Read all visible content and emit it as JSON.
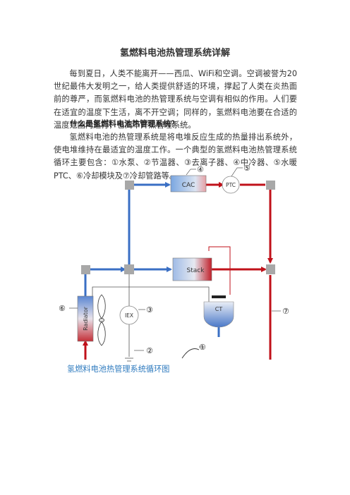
{
  "doc": {
    "title": "氢燃料电池热管理系统详解",
    "intro": "每到夏日，人类不能离开——西瓜、WiFi和空调。空调被誉为20世纪最伟大发明之一，给人类提供舒适的环境，撑起了人类在炎热面前的尊严，而氢燃料电池的热管理系统与空调有相似的作用。人们要在适宜的温度下生活，离不开空调；同样的，氢燃料电池要在合适的温度范围内运行，也离不开热管理系统。",
    "heading": "什么是氢燃料电池热管理系统？",
    "body": "氢燃料电池的热管理系统是将电堆反应生成的热量排出系统外，使电堆维持在最适宜的温度工作。一个典型的氢燃料电池热管理系统循环主要包含：①水泵、②节温器、③去离子器、④中冷器、⑤水暖PTC、⑥冷却模块及⑦冷却管路等。"
  },
  "diagram": {
    "labels": {
      "cac": "CAC",
      "ptc": "PTC",
      "stack": "Stack",
      "ct": "CT",
      "iex": "IEX",
      "radiator": "Radiator"
    },
    "markers": {
      "pump": "①",
      "thermostat": "②",
      "iex": "③",
      "cac": "④",
      "ptc": "⑤",
      "radiator": "⑥",
      "pipe": "⑦"
    },
    "caption": "氢燃料电池热管理系统循环图",
    "colors": {
      "hot": "#c0111a",
      "cold": "#3a6fc4",
      "fitting": "#a8a8a8"
    }
  }
}
